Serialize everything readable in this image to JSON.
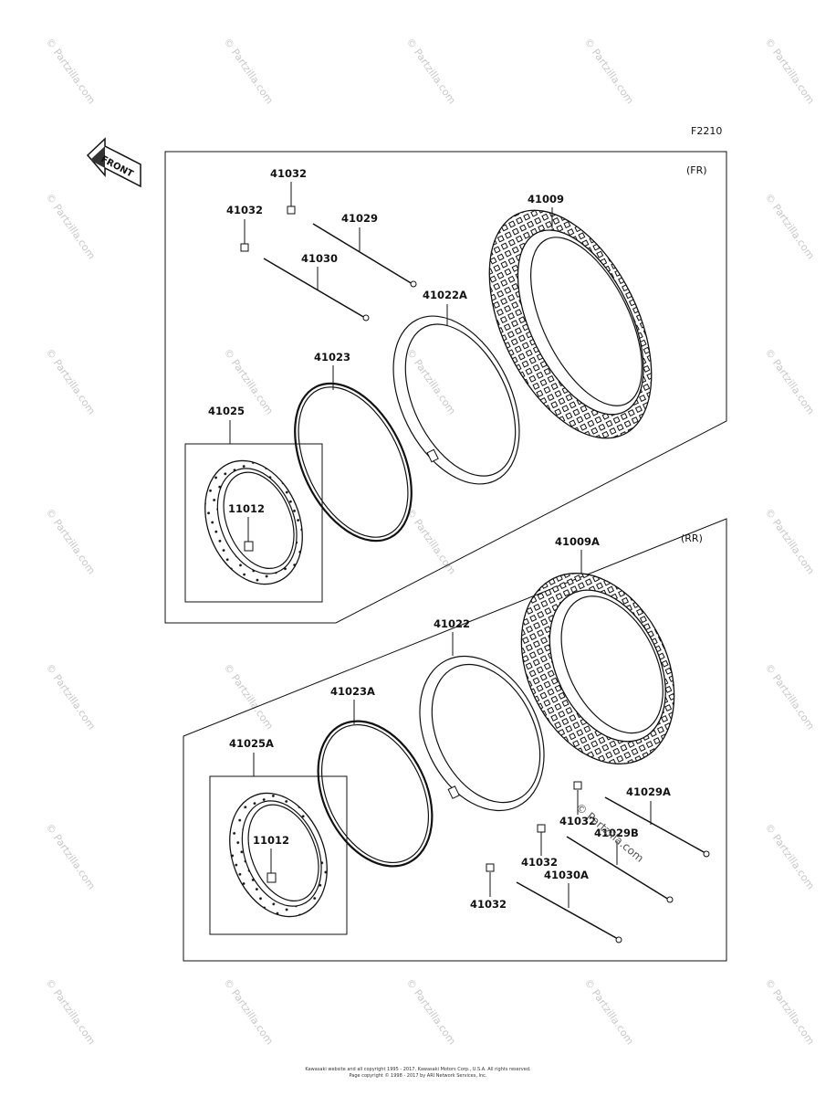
{
  "figure_code": "F2210",
  "direction_arrow": "FRONT",
  "front_section": {
    "tag": "(FR)",
    "labels": [
      "41032",
      "41032",
      "41029",
      "41030",
      "41009",
      "41022A",
      "41023",
      "41025",
      "11012"
    ]
  },
  "rear_section": {
    "tag": "(RR)",
    "labels": [
      "41009A",
      "41022",
      "41023A",
      "41025A",
      "11012",
      "41029A",
      "41032",
      "41029B",
      "41032",
      "41030A",
      "41032"
    ]
  },
  "watermark": "© Partzilla.com",
  "footer": {
    "line1": "Kawasaki website and all copyright 1995 - 2017, Kawasaki Motors Corp., U.S.A. All rights reserved.",
    "line2": "Page copyright © 1998 - 2017 by ARI Network Services, Inc."
  }
}
